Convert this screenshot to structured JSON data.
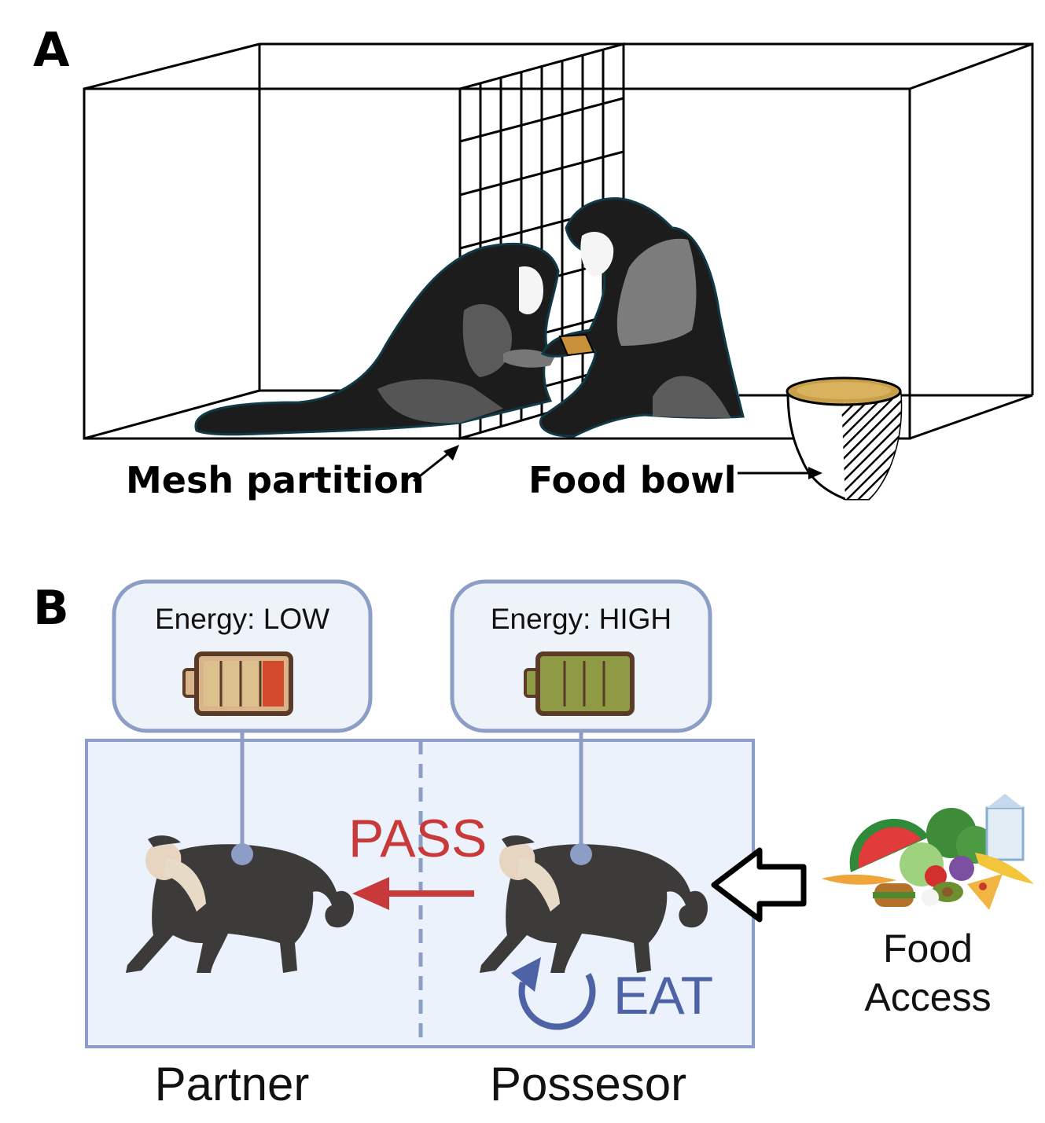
{
  "panel_a": {
    "letter": "A",
    "mesh_label": "Mesh partition",
    "bowl_label": "Food bowl"
  },
  "panel_b": {
    "letter": "B",
    "partner_energy": "Energy: LOW",
    "possessor_energy": "Energy: HIGH",
    "pass_label": "PASS",
    "eat_label": "EAT",
    "food_line1": "Food",
    "food_line2": "Access",
    "partner_label": "Partner",
    "possessor_label": "Possesor"
  },
  "colors": {
    "pass_red": "#c8393a",
    "eat_blue": "#4e62a6",
    "frame_blue": "#8c9dc6",
    "cage_fill": "#ecf2fb",
    "battery_low_fill": "#d9b48a",
    "battery_low_cell": "#d44a2c",
    "battery_high_fill": "#8f9a45"
  },
  "icons": [
    "cage-icon",
    "mesh-icon",
    "monkey-icon",
    "food-bowl-icon",
    "battery-low-icon",
    "battery-high-icon",
    "food-pile-icon",
    "pass-arrow-icon",
    "eat-cycle-icon",
    "food-access-arrow-icon"
  ]
}
